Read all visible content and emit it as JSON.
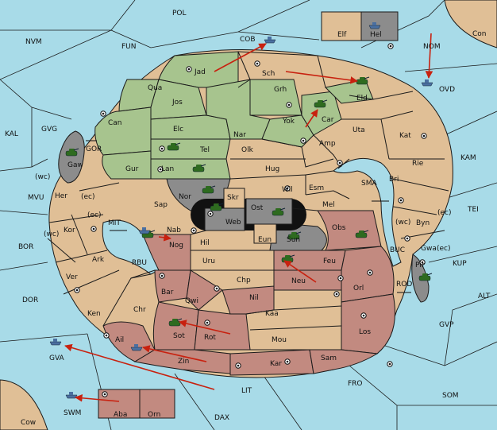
{
  "colors": {
    "sea": "#a8dbe8",
    "neutral": "#e0bf96",
    "green": "#a7c48e",
    "red": "#c28a80",
    "gray": "#8c8c8c",
    "black": "#111111",
    "arrow": "#c8210f"
  },
  "sea_labels": [
    {
      "id": "pol",
      "text": "POL"
    },
    {
      "id": "nvm",
      "text": "NVM"
    },
    {
      "id": "fun",
      "text": "FUN"
    },
    {
      "id": "cob",
      "text": "COB"
    },
    {
      "id": "nom",
      "text": "NOM"
    },
    {
      "id": "con",
      "text": "Con"
    },
    {
      "id": "kal",
      "text": "KAL"
    },
    {
      "id": "gvg",
      "text": "GVG"
    },
    {
      "id": "gor",
      "text": "GOR"
    },
    {
      "id": "mvu",
      "text": "MVU"
    },
    {
      "id": "mit",
      "text": "MIT"
    },
    {
      "id": "bor",
      "text": "BOR"
    },
    {
      "id": "rbu",
      "text": "RBU"
    },
    {
      "id": "dor",
      "text": "DOR"
    },
    {
      "id": "gva",
      "text": "GVA"
    },
    {
      "id": "swm",
      "text": "SWM"
    },
    {
      "id": "cow",
      "text": "Cow"
    },
    {
      "id": "dax",
      "text": "DAX"
    },
    {
      "id": "lit",
      "text": "LIT"
    },
    {
      "id": "fro",
      "text": "FRO"
    },
    {
      "id": "som",
      "text": "SOM"
    },
    {
      "id": "gvp",
      "text": "GVP"
    },
    {
      "id": "alt",
      "text": "ALT"
    },
    {
      "id": "kup",
      "text": "KUP"
    },
    {
      "id": "tei",
      "text": "TEI"
    },
    {
      "id": "kam",
      "text": "KAM"
    },
    {
      "id": "sma",
      "text": "SMA"
    },
    {
      "id": "buc",
      "text": "BUC"
    },
    {
      "id": "rod",
      "text": "ROD"
    },
    {
      "id": "ovd",
      "text": "OVD"
    }
  ],
  "land_labels": [
    {
      "id": "jad",
      "text": "Jad"
    },
    {
      "id": "sch",
      "text": "Sch"
    },
    {
      "id": "qua",
      "text": "Qua"
    },
    {
      "id": "jos",
      "text": "Jos"
    },
    {
      "id": "grh",
      "text": "Grh"
    },
    {
      "id": "eld",
      "text": "Eld"
    },
    {
      "id": "can",
      "text": "Can"
    },
    {
      "id": "yok",
      "text": "Yok"
    },
    {
      "id": "car",
      "text": "Car"
    },
    {
      "id": "elc",
      "text": "Elc"
    },
    {
      "id": "nar",
      "text": "Nar"
    },
    {
      "id": "uta",
      "text": "Uta"
    },
    {
      "id": "kat",
      "text": "Kat"
    },
    {
      "id": "tel",
      "text": "Tel"
    },
    {
      "id": "olk",
      "text": "Olk"
    },
    {
      "id": "amp",
      "text": "Amp"
    },
    {
      "id": "rie",
      "text": "Rie"
    },
    {
      "id": "gur",
      "text": "Gur"
    },
    {
      "id": "lan",
      "text": "Lan"
    },
    {
      "id": "hug",
      "text": "Hug"
    },
    {
      "id": "bri",
      "text": "Bri"
    },
    {
      "id": "gaw",
      "text": "Gaw"
    },
    {
      "id": "nor",
      "text": "Nor"
    },
    {
      "id": "wil",
      "text": "Wil"
    },
    {
      "id": "esm",
      "text": "Esm"
    },
    {
      "id": "her",
      "text": "Her"
    },
    {
      "id": "sap",
      "text": "Sap"
    },
    {
      "id": "skr",
      "text": "Skr"
    },
    {
      "id": "ost",
      "text": "Ost"
    },
    {
      "id": "mel",
      "text": "Mel"
    },
    {
      "id": "web",
      "text": "Web"
    },
    {
      "id": "byn",
      "text": "Byn"
    },
    {
      "id": "kor",
      "text": "Kor"
    },
    {
      "id": "nab",
      "text": "Nab"
    },
    {
      "id": "obs",
      "text": "Obs"
    },
    {
      "id": "gwa",
      "text": "Gwa"
    },
    {
      "id": "hil",
      "text": "Hil"
    },
    {
      "id": "eun",
      "text": "Eun"
    },
    {
      "id": "sun",
      "text": "Sun"
    },
    {
      "id": "ark",
      "text": "Ark"
    },
    {
      "id": "nog",
      "text": "Nog"
    },
    {
      "id": "uru",
      "text": "Uru"
    },
    {
      "id": "feu",
      "text": "Feu"
    },
    {
      "id": "pir",
      "text": "Pir"
    },
    {
      "id": "ver",
      "text": "Ver"
    },
    {
      "id": "chp",
      "text": "Chp"
    },
    {
      "id": "neu",
      "text": "Neu"
    },
    {
      "id": "orl",
      "text": "Orl"
    },
    {
      "id": "bar",
      "text": "Bar"
    },
    {
      "id": "qwi",
      "text": "Qwi"
    },
    {
      "id": "nil",
      "text": "Nil"
    },
    {
      "id": "ken",
      "text": "Ken"
    },
    {
      "id": "chr",
      "text": "Chr"
    },
    {
      "id": "kaa",
      "text": "Kaa"
    },
    {
      "id": "los",
      "text": "Los"
    },
    {
      "id": "sot",
      "text": "Sot"
    },
    {
      "id": "rot",
      "text": "Rot"
    },
    {
      "id": "mou",
      "text": "Mou"
    },
    {
      "id": "ail",
      "text": "Ail"
    },
    {
      "id": "zin",
      "text": "Zin"
    },
    {
      "id": "kar",
      "text": "Kar"
    },
    {
      "id": "sam",
      "text": "Sam"
    },
    {
      "id": "elf",
      "text": "Elf"
    },
    {
      "id": "hel",
      "text": "Hel"
    },
    {
      "id": "aba",
      "text": "Aba"
    },
    {
      "id": "orn",
      "text": "Orn"
    }
  ],
  "coast_labels": [
    {
      "id": "wc1",
      "text": "(wc)"
    },
    {
      "id": "ec1",
      "text": "(ec)"
    },
    {
      "id": "ec2",
      "text": "(ec)"
    },
    {
      "id": "wc2",
      "text": "(wc)"
    },
    {
      "id": "wc3",
      "text": "(wc)"
    },
    {
      "id": "ec3",
      "text": "(ec)"
    },
    {
      "id": "ec4",
      "text": "(ec)"
    }
  ]
}
